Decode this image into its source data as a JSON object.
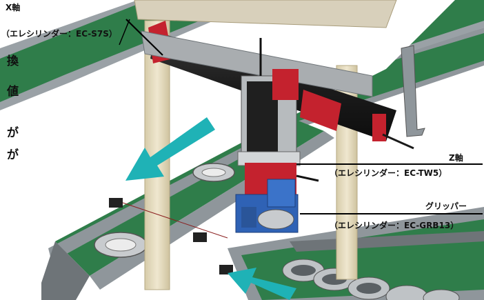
{
  "labels": {
    "x_axis": {
      "name": "X軸",
      "spec": "（エレシリンダー：EC-S7S）"
    },
    "z_axis": {
      "name": "Z軸",
      "spec": "（エレシリンダー：EC-TW5）"
    },
    "gripper": {
      "name": "グリッパー",
      "spec": "（エレシリンダー：EC-GRB13）"
    }
  },
  "side_chars": [
    "換",
    "値",
    "が",
    "が"
  ],
  "colors": {
    "frame_post": "#e3d9bf",
    "conveyor_belt": "#2f7d4a",
    "rail": "#8f969b",
    "actuator_body": "#1d1d1d",
    "actuator_cap": "#c4222e",
    "gripper_block": "#2f62b5",
    "flow_arrow": "#1fb2b6",
    "bearing": "#b9bcbf"
  },
  "icons": {
    "flow_arrow_out": "teal-arrow-down-left",
    "flow_arrow_in": "teal-arrow-up-left"
  }
}
